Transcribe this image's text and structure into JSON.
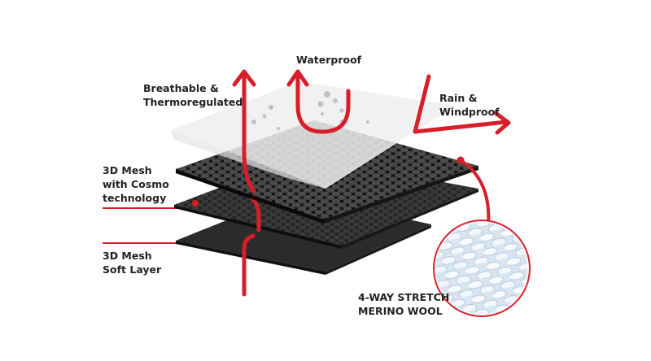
{
  "labels": {
    "waterproof": "Waterproof",
    "breathable": "Breathable &\nThermoregulated",
    "rain_windproof": "Rain &\nWindproof",
    "mesh_cosmo": "3D Mesh\nwith Cosmo\ntechnology",
    "mesh_soft": "3D Mesh\nSoft Layer",
    "merino": "4-WAY STRETCH\nMERINO WOOL"
  },
  "colors": {
    "accent": "#d81e2a",
    "layer_dark": "#2a2a2a",
    "mesh_dark": "#1c1c1c",
    "membrane": "#eeeeee",
    "text": "#222222"
  },
  "icons": {
    "arrow": "red-arrow-icon",
    "water_droplets": "water-droplets-icon",
    "wool_detail": "merino-wool-zoom-icon"
  }
}
